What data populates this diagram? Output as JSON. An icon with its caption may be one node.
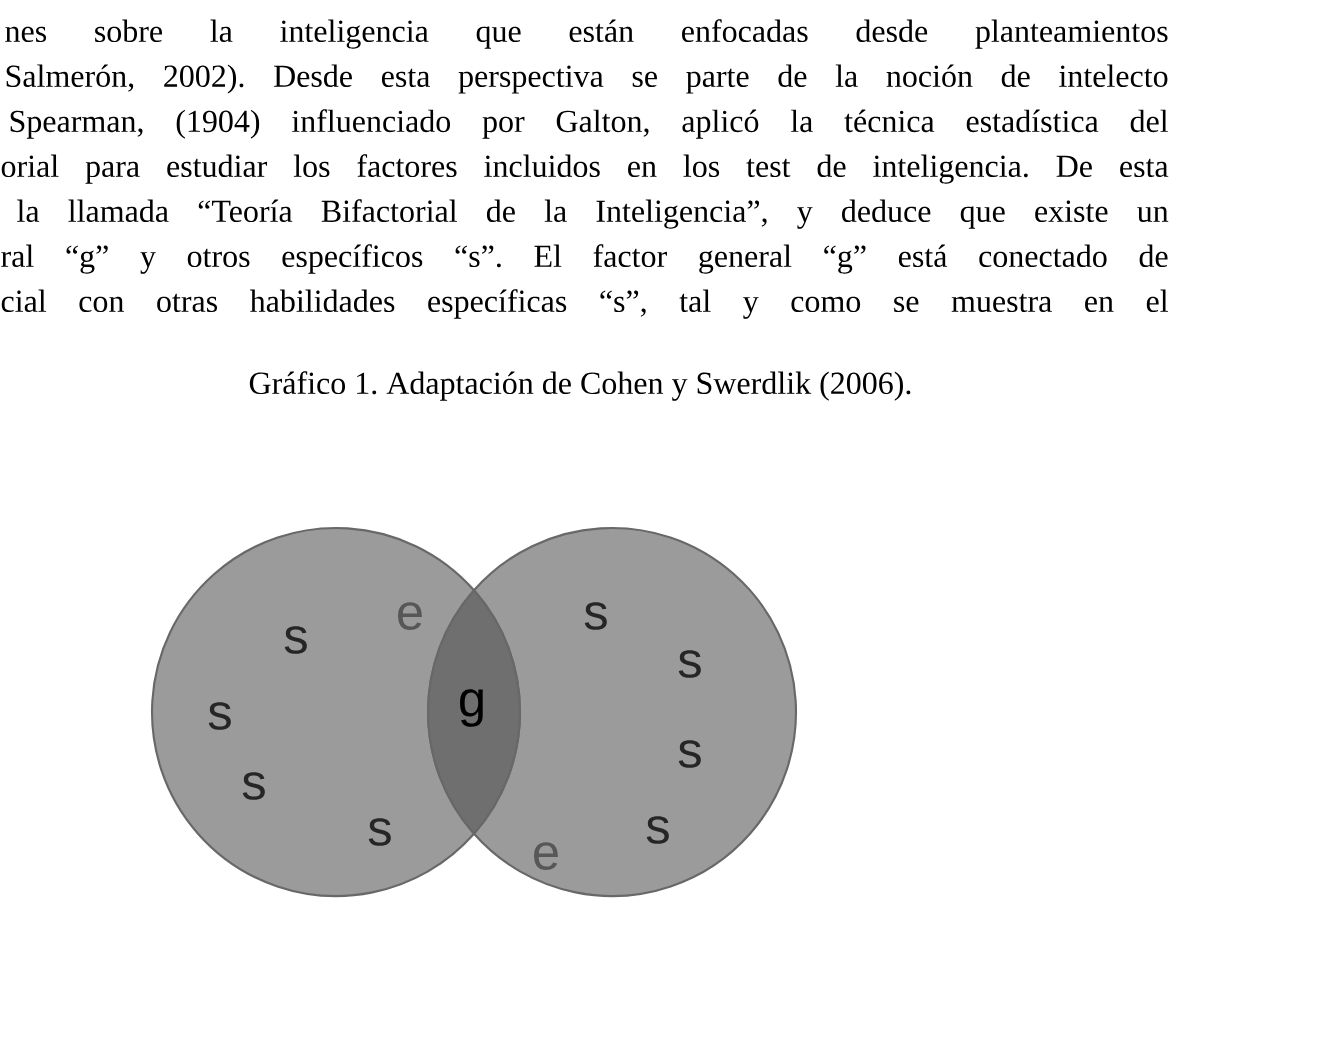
{
  "diagram": {
    "caption": "Gráfico 1. Adaptación de Cohen y Swerdlik (2006).",
    "nodes": [
      {
        "text": [
          "e",
          "s",
          "s",
          "s",
          "s"
        ]
      },
      {
        "text": [
          "s",
          "s",
          "s",
          "s",
          "e"
        ]
      },
      {
        "text": [
          "g"
        ]
      }
    ],
    "labels": [
      "nes sobre la inteligencia que están enfocadas desde planteamientos",
      "Salmerón, 2002). Desde esta perspectiva se parte de la noción de intelecto",
      "Spearman, (1904) influenciado por Galton, aplicó la técnica estadística del",
      "orial para estudiar los factores incluidos en los test de inteligencia. De esta",
      "la llamada “Teoría Bifactorial de la Inteligencia”, y deduce que existe un",
      "ral “g” y otros específicos “s”. El factor general “g” está conectado de",
      "cial con otras habilidades específicas “s”, tal y como se muestra en el"
    ]
  }
}
